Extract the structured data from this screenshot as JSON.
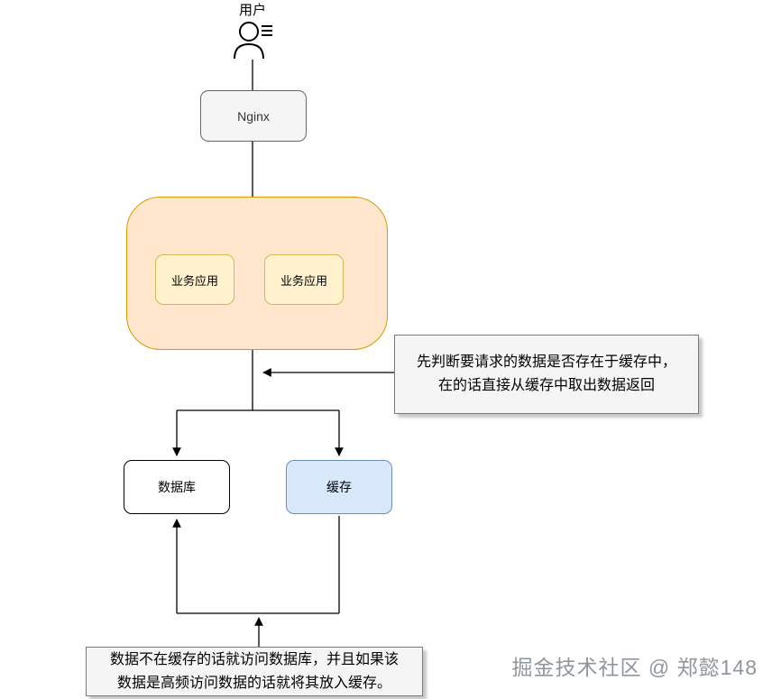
{
  "diagram": {
    "user": {
      "label": "用户"
    },
    "nodes": {
      "nginx": {
        "label": "Nginx"
      },
      "app1": {
        "label": "业务应用"
      },
      "app2": {
        "label": "业务应用"
      },
      "database": {
        "label": "数据库"
      },
      "cache": {
        "label": "缓存"
      }
    },
    "notes": {
      "top": {
        "line1": "先判断要请求的数据是否存在于缓存中，",
        "line2": "在的话直接从缓存中取出数据返回"
      },
      "bottom": {
        "line1": "数据不在缓存的话就访问数据库，并且如果该",
        "line2": "数据是高频访问数据的话就将其放入缓存。"
      }
    },
    "watermark": "掘金技术社区 @ 郑懿148",
    "colors": {
      "cluster_fill": "#ffe6cc",
      "cluster_stroke": "#d79b00",
      "app_fill": "#fff2cc",
      "app_stroke": "#d6b656",
      "cache_fill": "#dae8fc",
      "cache_stroke": "#6c8ebf",
      "nginx_fill": "#f5f5f5",
      "nginx_stroke": "#666666",
      "note_fill": "#f5f5f5",
      "note_stroke": "#666666",
      "edge_color": "#000000"
    }
  }
}
